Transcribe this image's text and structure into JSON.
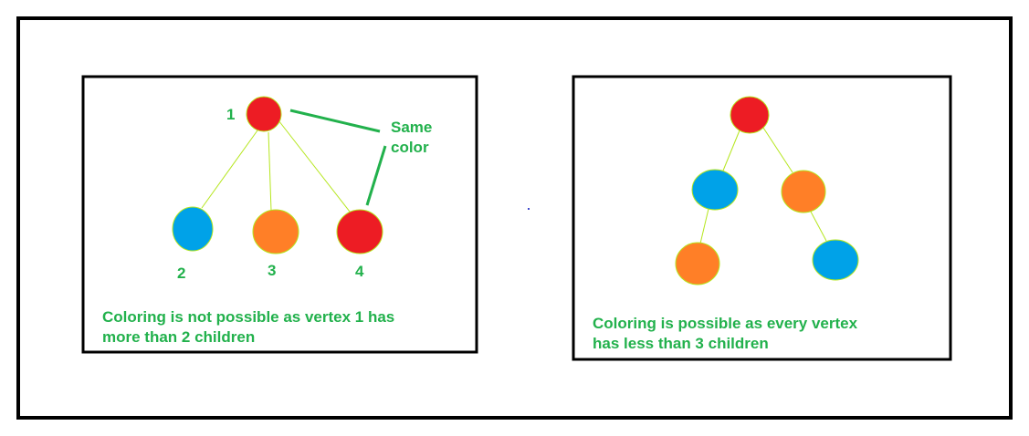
{
  "colors": {
    "red": "#ed1c24",
    "blue": "#00a2e8",
    "orange": "#ff7f27",
    "green": "#22b14c",
    "edge": "#b5e61d"
  },
  "left_panel": {
    "vertex_labels": [
      "1",
      "2",
      "3",
      "4"
    ],
    "annotation": [
      "Same",
      "color"
    ],
    "caption": [
      "Coloring is not possible as vertex 1 has",
      "more than 2 children"
    ]
  },
  "right_panel": {
    "caption": [
      "Coloring is possible as every vertex",
      "has less than 3 children"
    ]
  }
}
